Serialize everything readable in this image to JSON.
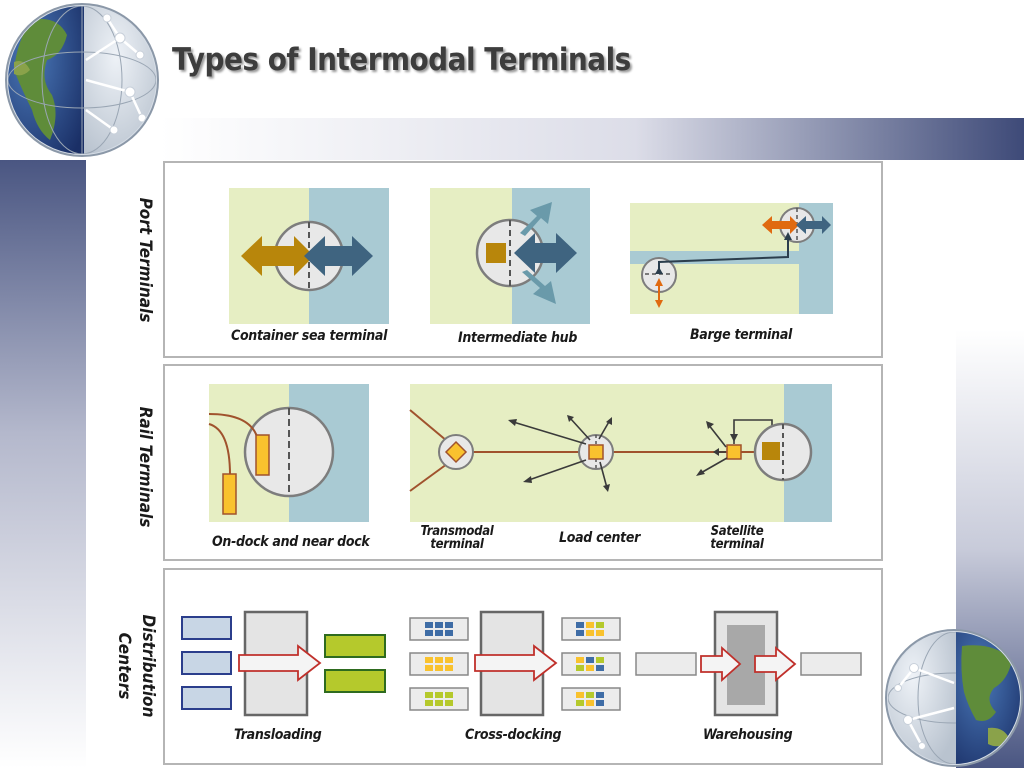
{
  "slide": {
    "title": "Types of Intermodal Terminals"
  },
  "sections": {
    "port": {
      "label": "Port Terminals",
      "items": [
        "Container sea terminal",
        "Intermediate hub",
        "Barge terminal"
      ]
    },
    "rail": {
      "label": "Rail Terminals",
      "items": [
        "On-dock and near dock",
        "Transmodal terminal",
        "Load center",
        "Satellite terminal"
      ]
    },
    "distribution": {
      "label_line1": "Distribution",
      "label_line2": "Centers",
      "items": [
        "Transloading",
        "Cross-docking",
        "Warehousing"
      ]
    }
  },
  "colors": {
    "land": "#e6eec3",
    "water": "#a9cad3",
    "gold": "#b8860b",
    "steel_blue": "#3f6480",
    "orange": "#e06a10",
    "rail": "#a0522d",
    "yellow_box": "#f9c22e",
    "green_box": "#b5c92c",
    "blue_box": "#c8d6e5",
    "red_arrow": "#c0302b",
    "panel_border": "#b5b5b5"
  }
}
